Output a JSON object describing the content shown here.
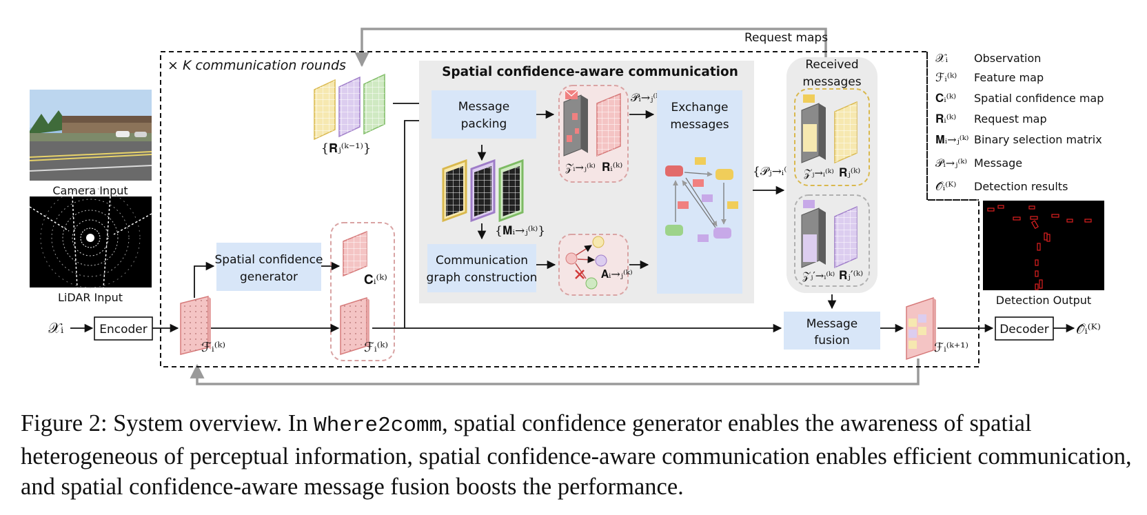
{
  "diagram": {
    "rounds_label": "× K communication rounds",
    "request_maps_label": "Request maps",
    "comm_panel_title": "Spatial confidence-aware communication",
    "received_messages_title": [
      "Received",
      "messages"
    ],
    "camera_label": "Camera Input",
    "lidar_label": "LiDAR Input",
    "detection_label": "Detection Output",
    "encoder_label": "Encoder",
    "decoder_label": "Decoder",
    "spatial_conf_gen_label": [
      "Spatial confidence",
      "generator"
    ],
    "message_packing_label": [
      "Message",
      "packing"
    ],
    "comm_graph_label": [
      "Communication",
      "graph construction"
    ],
    "exchange_label": [
      "Exchange",
      "messages"
    ],
    "fusion_label": [
      "Message",
      "fusion"
    ],
    "math": {
      "x_i": "𝒳ᵢ",
      "F_k": "ℱᵢ⁽ᵏ⁾",
      "F_k1": "ℱᵢ⁽ᵏ⁺¹⁾",
      "C_k": "𝐂ᵢ⁽ᵏ⁾",
      "R_set": "{𝐑ⱼ⁽ᵏ⁻¹⁾}",
      "M_set": "{𝐌ᵢ→ⱼ⁽ᵏ⁾}",
      "Z_ij": "𝒵ᵢ→ⱼ⁽ᵏ⁾",
      "R_i": "𝐑ᵢ⁽ᵏ⁾",
      "P_ij": "𝒫ᵢ→ⱼ⁽ᵏ⁾",
      "P_set": "{𝒫ⱼ→ᵢ⁽ᵏ⁾}",
      "A_ij": "𝐀ᵢ→ⱼ⁽ᵏ⁾",
      "Z_ji": "𝒵ⱼ→ᵢ⁽ᵏ⁾",
      "R_j": "𝐑ⱼ⁽ᵏ⁾",
      "Z_jpi": "𝒵ⱼ′→ᵢ⁽ᵏ⁾",
      "R_jp": "𝐑ⱼ′⁽ᵏ⁾",
      "O_K": "𝒪̂ᵢ⁽ᴷ⁾"
    },
    "legend": [
      {
        "symbol": "𝒳ᵢ",
        "text": "Observation"
      },
      {
        "symbol": "ℱᵢ⁽ᵏ⁾",
        "text": "Feature map"
      },
      {
        "symbol": "𝐂ᵢ⁽ᵏ⁾",
        "text": "Spatial confidence map"
      },
      {
        "symbol": "𝐑ᵢ⁽ᵏ⁾",
        "text": "Request map"
      },
      {
        "symbol": "𝐌ᵢ→ⱼ⁽ᵏ⁾",
        "text": "Binary selection matrix"
      },
      {
        "symbol": "𝒫ᵢ→ⱼ⁽ᵏ⁾",
        "text": "Message"
      },
      {
        "symbol": "𝒪̂ᵢ⁽ᴷ⁾",
        "text": "Detection results"
      }
    ],
    "colors": {
      "blue_box": "#d8e6f8",
      "gray_panel": "#ebebeb",
      "pink": "#f4c4c4",
      "pink_dark": "#d67a7a",
      "yellow": "#f6e8b0",
      "purple": "#dccdef",
      "green": "#cfe9c2",
      "arrow_gray": "#9a9a9a"
    }
  },
  "caption": {
    "prefix": "Figure 2: System overview. In ",
    "code": "Where2comm",
    "rest": ", spatial confidence generator enables the awareness of spatial heterogeneous of perceptual information, spatial confidence-aware communication enables efficient communication, and spatial confidence-aware message fusion boosts the performance."
  }
}
